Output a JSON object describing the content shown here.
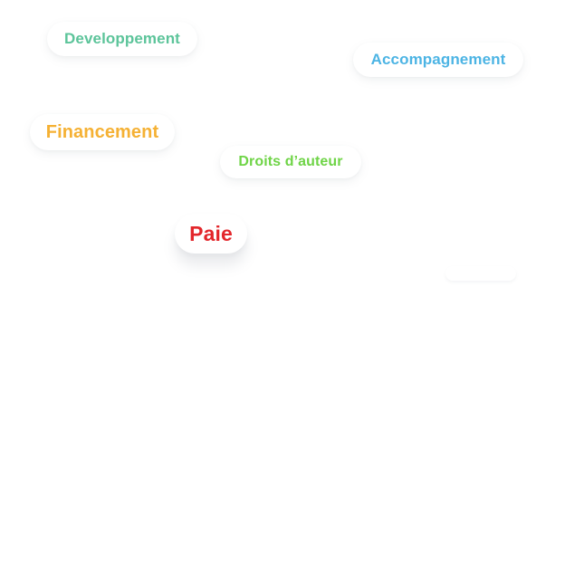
{
  "tags": [
    {
      "id": "developpement",
      "label": "Developpement",
      "color": "#5cc49a"
    },
    {
      "id": "accompagnement",
      "label": "Accompagnement",
      "color": "#4cb4e4"
    },
    {
      "id": "financement",
      "label": "Financement",
      "color": "#f5b134"
    },
    {
      "id": "droits",
      "label": "Droits d’auteur",
      "color": "#6fd447"
    },
    {
      "id": "paie",
      "label": "Paie",
      "color": "#e3262b"
    }
  ]
}
